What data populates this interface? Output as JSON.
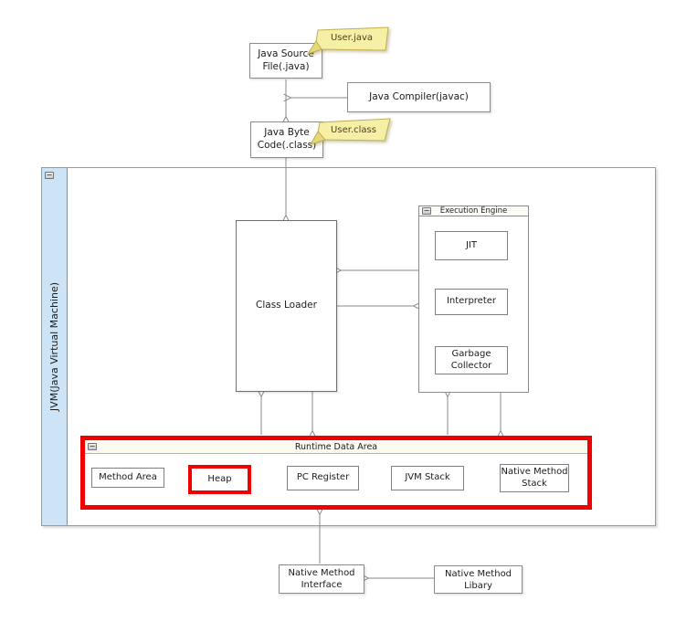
{
  "pipeline": {
    "java_source_file": {
      "label": "Java Source File(.java)",
      "note": "User.java"
    },
    "java_compiler": {
      "label": "Java Compiler(javac)"
    },
    "java_byte_code": {
      "label": "Java Byte Code(.class)",
      "note": "User.class"
    }
  },
  "jvm": {
    "label": "JVM(Java Virtual Machine)",
    "class_loader": {
      "label": "Class Loader"
    },
    "execution_engine": {
      "label": "Execution Engine",
      "children": {
        "jit": "JIT",
        "interpreter": "Interpreter",
        "garbage_collector": "Garbage Collector"
      }
    },
    "runtime_data_area": {
      "label": "Runtime Data Area",
      "children": {
        "method_area": "Method Area",
        "heap": "Heap",
        "pc_register": "PC Register",
        "jvm_stack": "JVM Stack",
        "native_method_stack": "Native Method Stack"
      }
    }
  },
  "native": {
    "interface": {
      "label": "Native Method Interface"
    },
    "library": {
      "label": "Native Method Libary"
    }
  },
  "icons": {
    "collapse_glyph": "−"
  },
  "colors": {
    "highlight": "#F20000",
    "jvm_strip": "#CDE4F7",
    "note_fill": "#F6EFA6"
  }
}
